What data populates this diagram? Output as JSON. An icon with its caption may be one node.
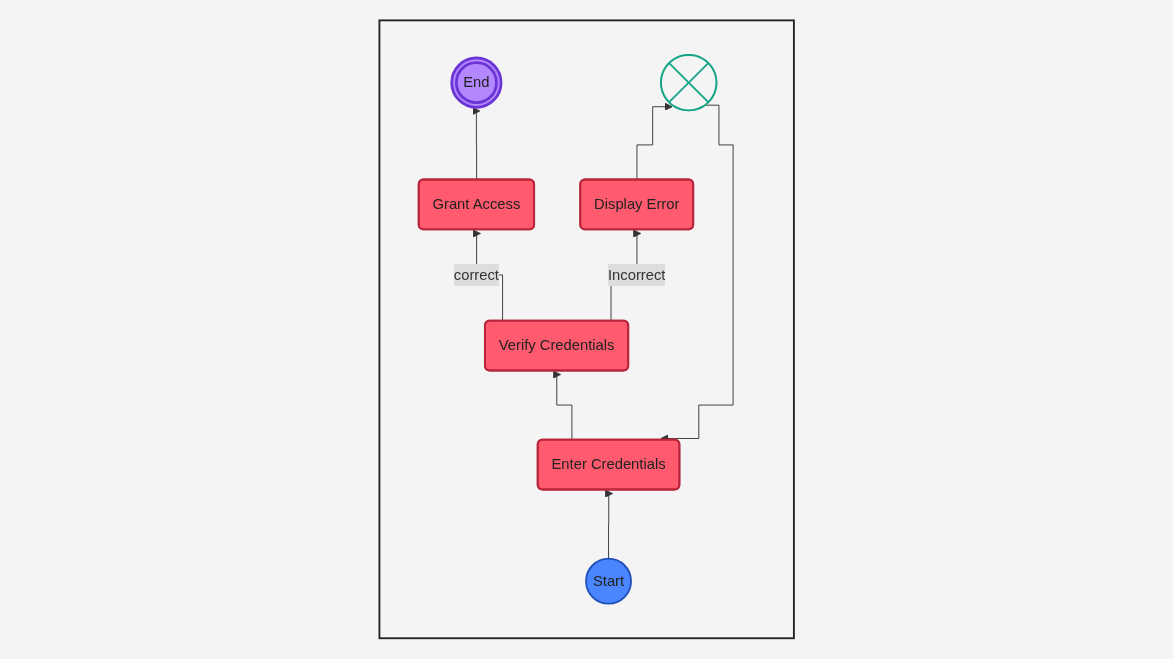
{
  "diagram": {
    "nodes": [
      {
        "text": [],
        "shape": "box"
      },
      {
        "text": [
          "End"
        ],
        "in": 0
      },
      {
        "text": [],
        "shape": "circle",
        "in": 0
      },
      {
        "text": [
          "Grant Access"
        ],
        "in": 0
      },
      {
        "text": [
          "Display Error"
        ],
        "in": 0
      },
      {
        "text": [
          "Verify Credentials"
        ],
        "in": 0
      },
      {
        "text": [
          "Enter Credentials"
        ],
        "in": 0
      },
      {
        "text": [
          "Start"
        ],
        "in": 0
      }
    ],
    "edges": [
      {
        "from": 7,
        "to": 6,
        "arrow": "to"
      },
      {
        "from": 6,
        "to": 5,
        "arrow": "to"
      },
      {
        "from": 5,
        "to": 3,
        "label": "correct",
        "arrow": "to"
      },
      {
        "from": 3,
        "to": 1,
        "arrow": "to"
      },
      {
        "from": 5,
        "to": 4,
        "label": "Incorrect",
        "arrow": "to"
      },
      {
        "from": 4,
        "to": 2,
        "arrow": "to"
      },
      {
        "from": 2,
        "to": 6,
        "arrow": "to"
      }
    ]
  }
}
